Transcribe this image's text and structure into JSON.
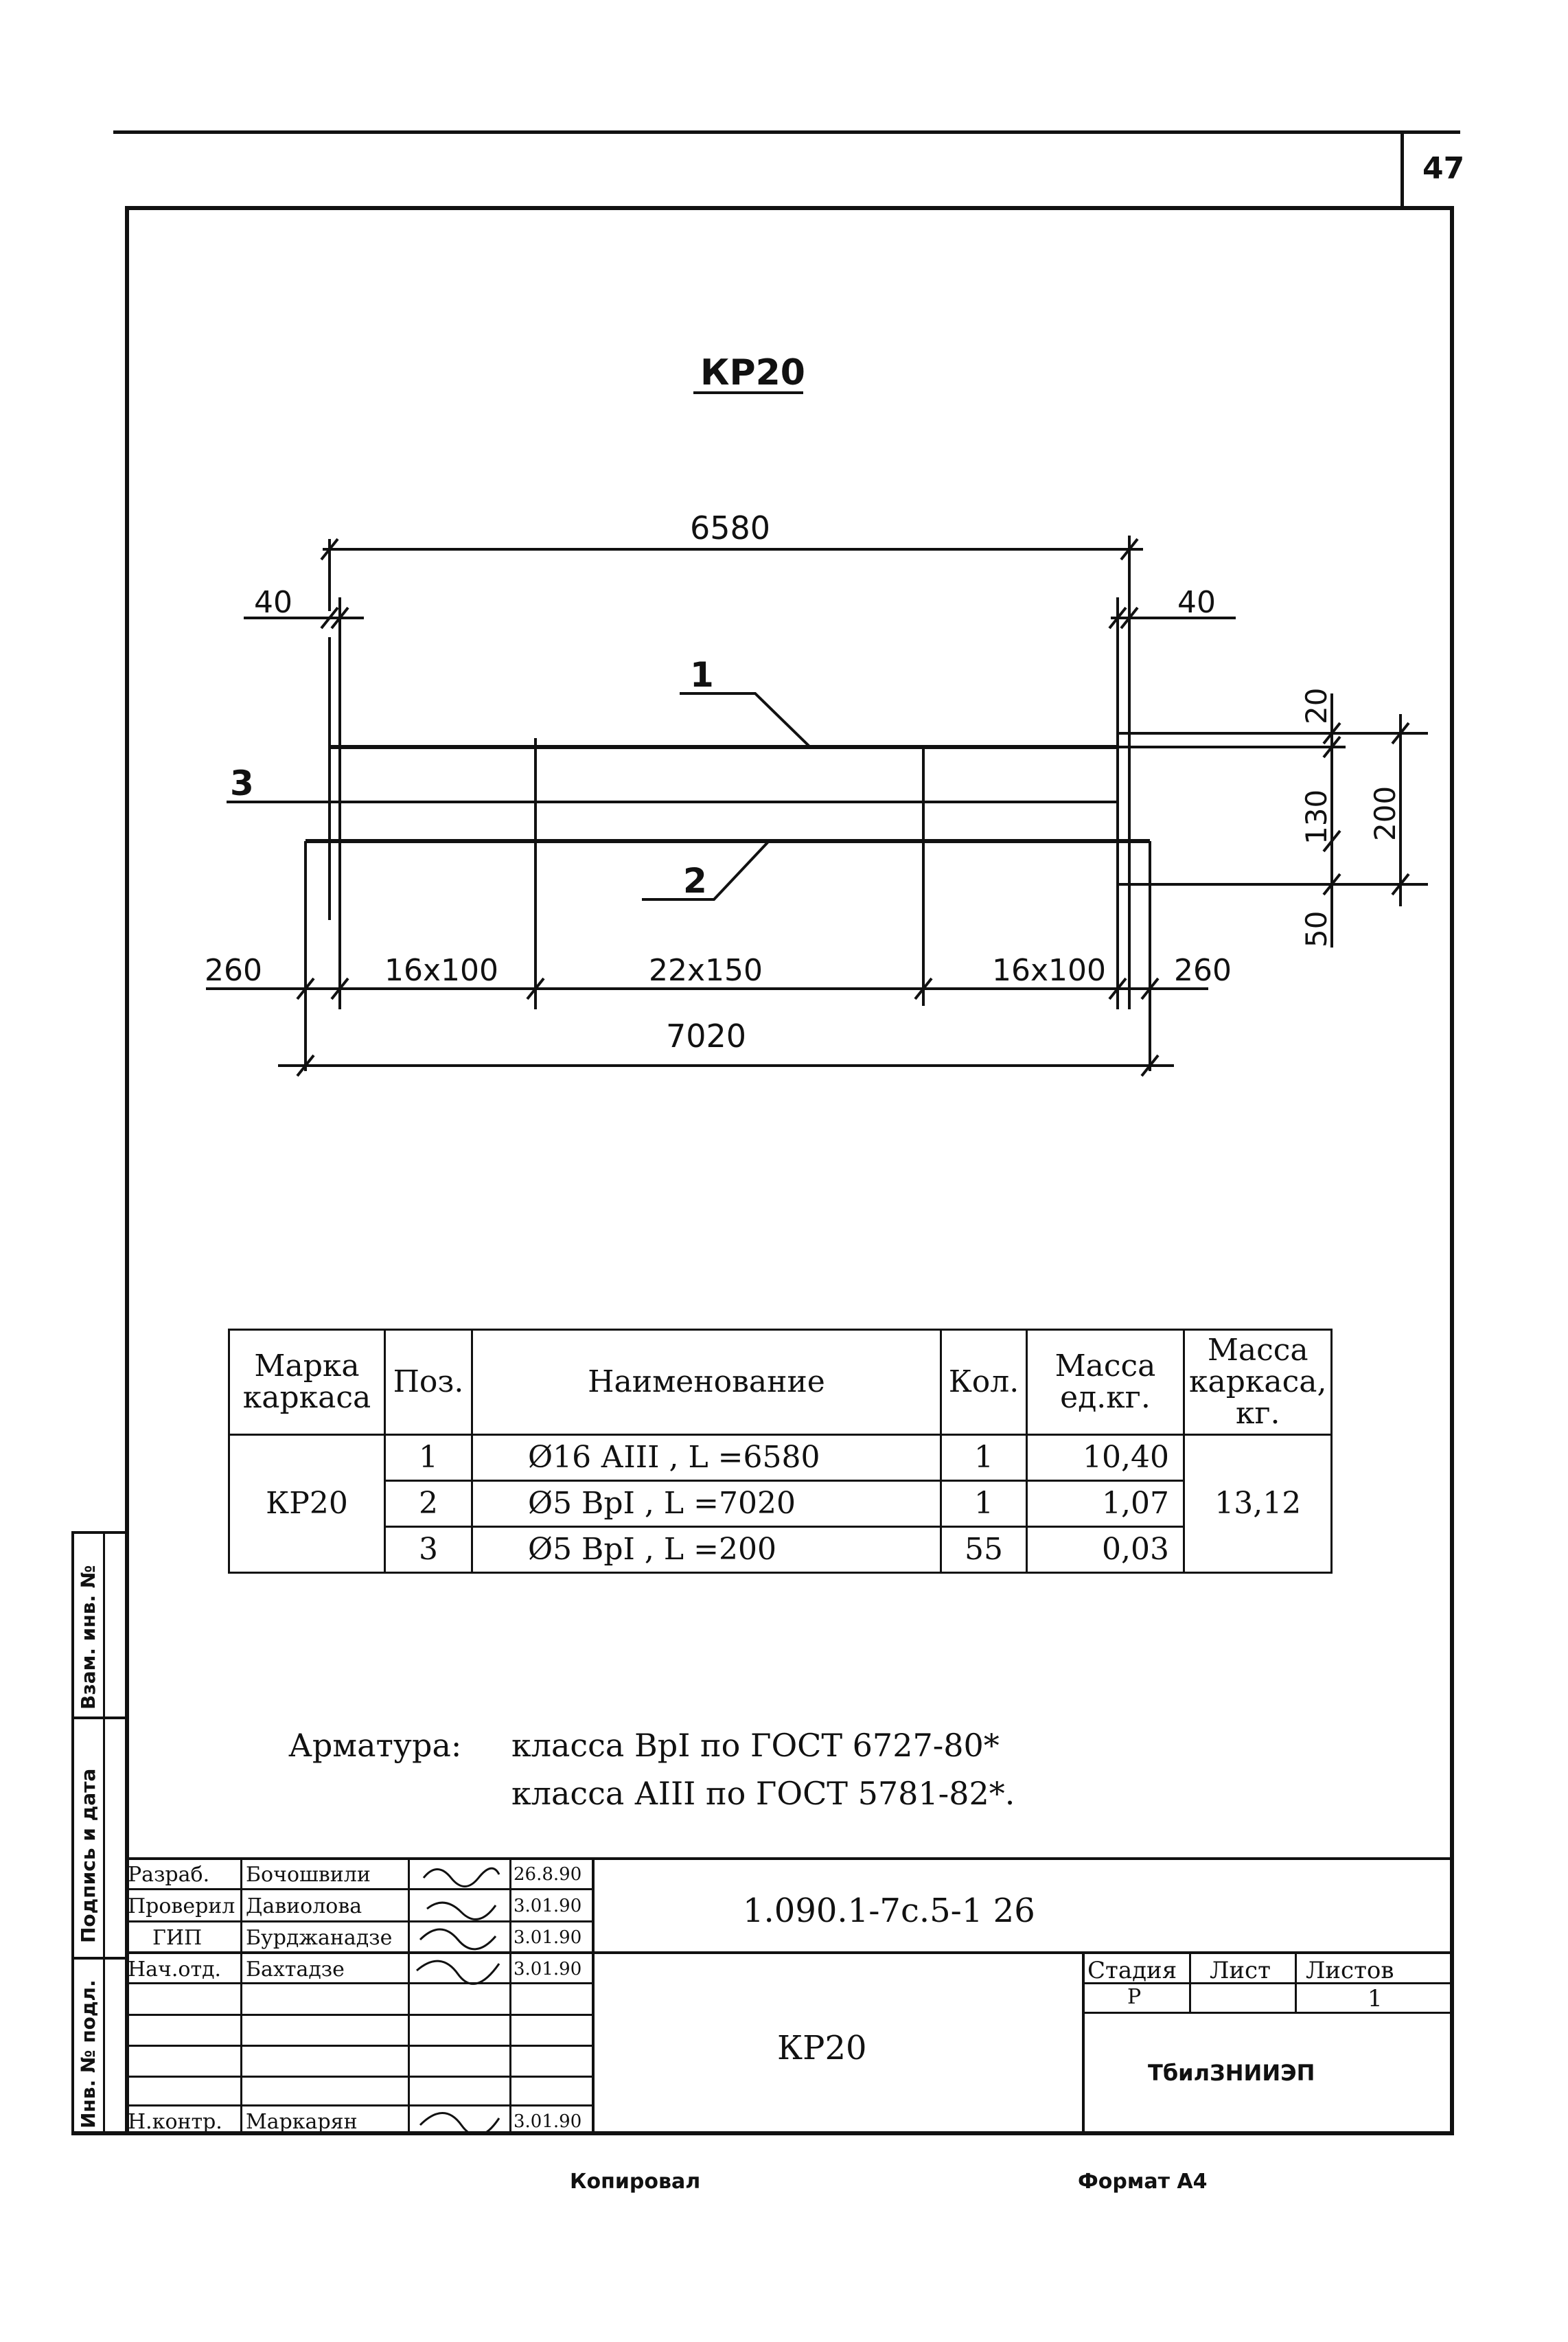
{
  "sheet": {
    "number": "47"
  },
  "drawing": {
    "title": "КР20",
    "dims": {
      "top_length": "6580",
      "left_offset": "40",
      "right_offset": "40",
      "bottom_length": "7020",
      "end_left": "260",
      "end_right": "260",
      "pitch_left": "16x100",
      "pitch_middle": "22x150",
      "pitch_right": "16x100",
      "height_top": "20",
      "height_mid": "130",
      "height_bottom": "50",
      "height_total": "200"
    },
    "positions": {
      "p1": "1",
      "p2": "2",
      "p3": "3"
    }
  },
  "spec": {
    "headers": {
      "mark": "Марка каркаса",
      "pos": "Поз.",
      "name": "Наименование",
      "qty": "Кол.",
      "unit_mass": "Масса ед.кг.",
      "frame_mass": "Масса каркаса, кг."
    },
    "mark": "КР20",
    "frame_mass": "13,12",
    "rows": [
      {
        "pos": "1",
        "name": "Ø16 АIII ,  L =6580",
        "qty": "1",
        "mass": "10,40"
      },
      {
        "pos": "2",
        "name": "Ø5 ВрI ,  L =7020",
        "qty": "1",
        "mass": "1,07"
      },
      {
        "pos": "3",
        "name": "Ø5 ВрI ,  L =200",
        "qty": "55",
        "mass": "0,03"
      }
    ]
  },
  "notes": {
    "label": "Арматура:",
    "line1": "класса ВрI по ГОСТ 6727-80*",
    "line2": "класса АIII по ГОСТ 5781-82*."
  },
  "title_block": {
    "roles": [
      "Разраб.",
      "Проверил",
      "ГИП",
      "Нач.отд.",
      "",
      "",
      "",
      "Н.контр."
    ],
    "names": [
      "Бочошвили",
      "Давиолова",
      "Бурджанадзе",
      "Бахтадзе",
      "",
      "",
      "",
      "Маркарян"
    ],
    "dates": [
      "26.8.90",
      "3.01.90",
      "3.01.90",
      "3.01.90",
      "",
      "",
      "",
      "3.01.90"
    ],
    "doc_code": "1.090.1-7с.5-1 26",
    "product": "КР20",
    "stage_label": "Стадия",
    "sheet_label": "Лист",
    "sheets_label": "Листов",
    "stage": "Р",
    "sheets": "1",
    "org": "ТбилЗНИИЭП"
  },
  "side_stamp": {
    "inv_orig": "Инв. № подл.",
    "sign_date": "Подпись и дата",
    "inv_repl": "Взам. инв. №"
  },
  "footer": {
    "copied": "Копировал",
    "format": "Формат А4"
  }
}
